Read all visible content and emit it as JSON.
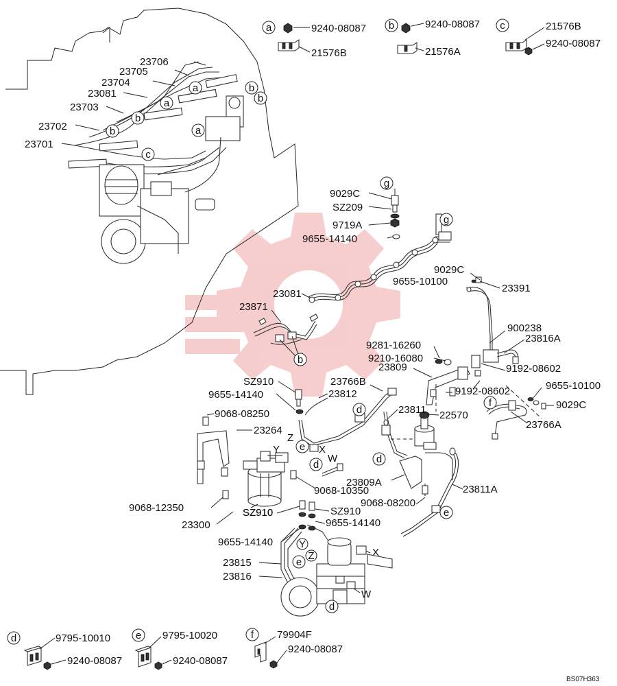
{
  "diagram_code": "BS07H363",
  "watermark": {
    "color": "#f0a5a5"
  },
  "legend_boxes": {
    "a": {
      "letter": "a",
      "upper": "9240-08087",
      "lower": "21576B"
    },
    "b": {
      "letter": "b",
      "upper": "9240-08087",
      "lower": "21576A"
    },
    "c": {
      "letter": "c",
      "upper": "21576B",
      "lower": "9240-08087"
    },
    "d": {
      "letter": "d",
      "upper": "9795-10010",
      "lower": "9240-08087"
    },
    "e": {
      "letter": "e",
      "upper": "9795-10020",
      "lower": "9240-08087"
    },
    "f": {
      "letter": "f",
      "upper": "79904F",
      "lower": "9240-08087"
    }
  },
  "engine_labels": {
    "l23706": "23706",
    "l23705": "23705",
    "l23704": "23704",
    "l23081": "23081",
    "l23703": "23703",
    "l23702": "23702",
    "l23701": "23701"
  },
  "bolt_g": {
    "letter": "g",
    "l9029c": "9029C",
    "sz209": "SZ209",
    "l9719a": "9719A",
    "l9655": "9655-14140"
  },
  "pipe_labels": {
    "g": "g",
    "l9029c": "9029C",
    "l9655_10100": "9655-10100",
    "l23391": "23391",
    "l23081": "23081",
    "l23871": "23871",
    "b": "b",
    "l900238": "900238",
    "l23816a": "23816A",
    "l9281": "9281-16260",
    "l9210": "9210-16080",
    "l23809": "23809",
    "l9192a": "9192-08602",
    "l9192b": "9192-08602",
    "l9655b": "9655-10100",
    "f": "f",
    "l9029c_b": "9029C",
    "l23766a": "23766A"
  },
  "filter_labels": {
    "sz910a": "SZ910",
    "l9655a": "9655-14140",
    "l23812": "23812",
    "l23766b": "23766B",
    "d1": "d",
    "l9068_08250": "9068-08250",
    "l23264": "23264",
    "z1": "Z",
    "y1": "Y",
    "e1": "e",
    "x1": "X",
    "w1": "W",
    "d2": "d",
    "l23811": "23811",
    "l22570": "22570",
    "d3": "d",
    "l9068_12350": "9068-12350",
    "l23300": "23300",
    "sz910b": "SZ910",
    "l9068_10350": "9068-10350",
    "l23809a": "23809A",
    "l9068_08200": "9068-08200",
    "l23811a": "23811A",
    "e2": "e"
  },
  "pump_labels": {
    "sz910c": "SZ910",
    "l9655c": "9655-14140",
    "l9655d": "9655-14140",
    "y2": "Y",
    "z2": "Z",
    "x2": "X",
    "e3": "e",
    "l23815": "23815",
    "l23816": "23816",
    "d4": "d",
    "w2": "W"
  }
}
